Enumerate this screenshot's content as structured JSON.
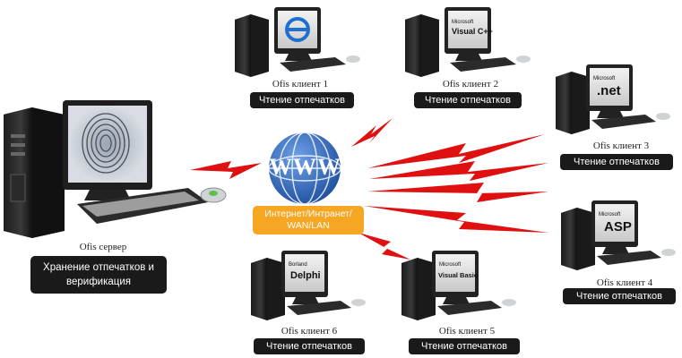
{
  "server": {
    "label": "Ofis сервер",
    "task": "Хранение отпечатков и верификация"
  },
  "network": {
    "globe_text": "WWW",
    "label": "Интернет/Интранет/ WAN/LAN"
  },
  "clients": [
    {
      "label": "Ofis клиент 1",
      "task": "Чтение отпечатков",
      "screen": "e"
    },
    {
      "label": "Ofis клиент 2",
      "task": "Чтение отпечатков",
      "screen": "Microsoft Visual C++"
    },
    {
      "label": "Ofis клиент 3",
      "task": "Чтение отпечатков",
      "screen": "Microsoft .net"
    },
    {
      "label": "Ofis клиент 4",
      "task": "Чтение отпечатков",
      "screen": "Microsoft ASP"
    },
    {
      "label": "Ofis клиент 5",
      "task": "Чтение отпечатков",
      "screen": "Microsoft Visual Basic"
    },
    {
      "label": "Ofis клиент 6",
      "task": "Чтение отпечатков",
      "screen": "Borland Delphi"
    }
  ],
  "colors": {
    "lightning": "#e01010",
    "network_tag": "#f5a623",
    "globe": "#2a5db0",
    "tag_bg": "#1a1a1a"
  }
}
